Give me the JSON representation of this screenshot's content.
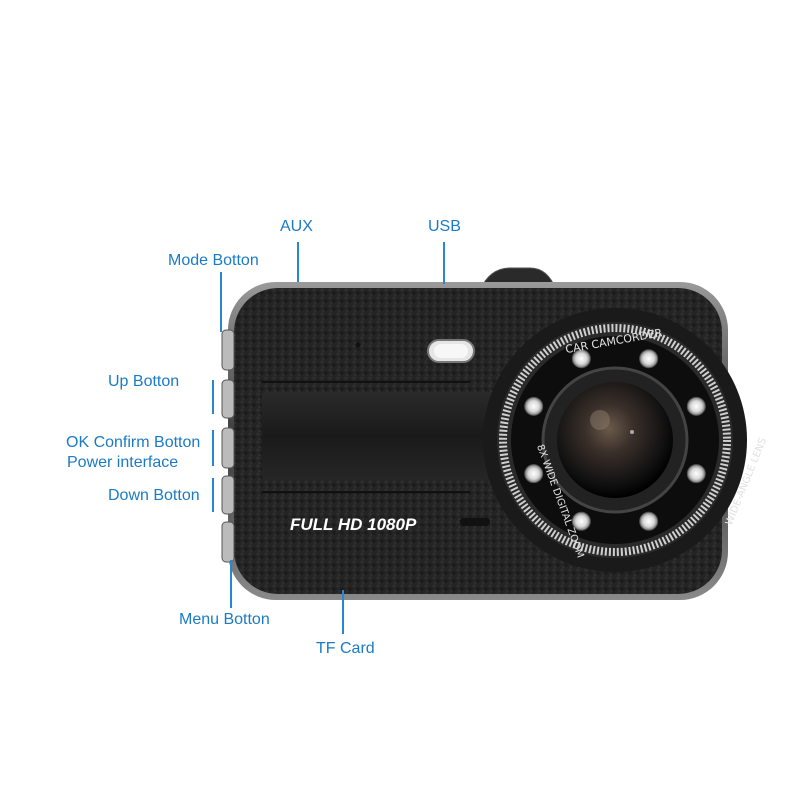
{
  "labels": {
    "aux": "AUX",
    "usb": "USB",
    "mode": "Mode Botton",
    "up": "Up Botton",
    "ok": "OK Confirm Botton",
    "power": "Power interface",
    "down": "Down Botton",
    "menu": "Menu Botton",
    "tf": "TF Card"
  },
  "device": {
    "front_text": "FULL HD 1080P",
    "lens_ring_top": "CAR CAMCORDER",
    "lens_ring_right": "WIDE-ANGLE LENS",
    "lens_ring_left": "8X WIDE DIGITAL ZOOM"
  },
  "colors": {
    "label_blue": "#1b7bc4",
    "body_dark": "#1c1c1c"
  }
}
